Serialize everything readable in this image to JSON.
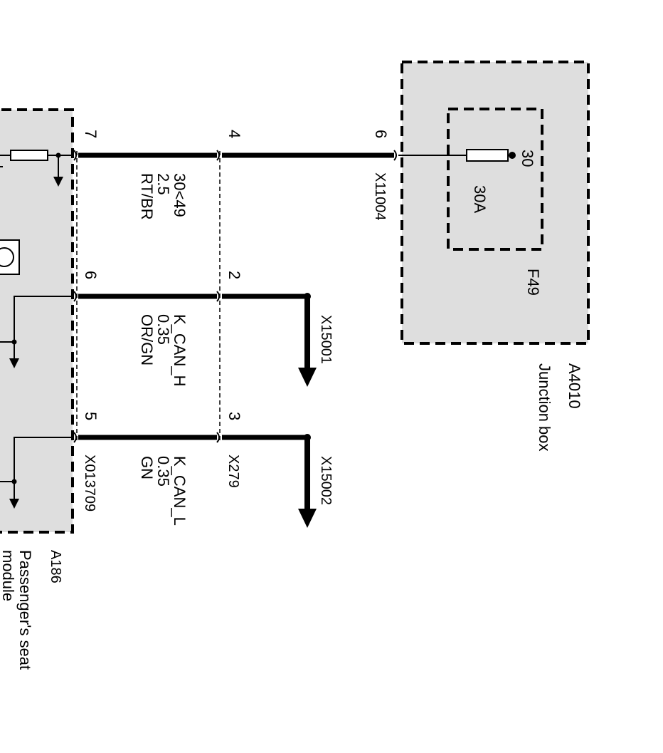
{
  "junction_box": {
    "id": "A4010",
    "name": "Junction box",
    "fuse_id": "F49",
    "fuse_rating": "30A",
    "fuse_terminal": "30",
    "connector": "X11004",
    "pin": "6"
  },
  "seat_module": {
    "id": "A186",
    "name_line1": "Passenger's seat",
    "name_line2": "module",
    "connector": "X013709",
    "pins": [
      "7",
      "6",
      "5"
    ]
  },
  "splice_connector": {
    "id": "X279",
    "pins": [
      "4",
      "2",
      "3"
    ]
  },
  "wires": [
    {
      "signal": "30<49",
      "gauge": "2.5",
      "color": "RT/BR"
    },
    {
      "signal": "K_CAN_H",
      "gauge": "0.35",
      "color": "OR/GN"
    },
    {
      "signal": "K_CAN_L",
      "gauge": "0.35",
      "color": "GN"
    }
  ],
  "continuations": [
    "X15001",
    "X15002"
  ]
}
